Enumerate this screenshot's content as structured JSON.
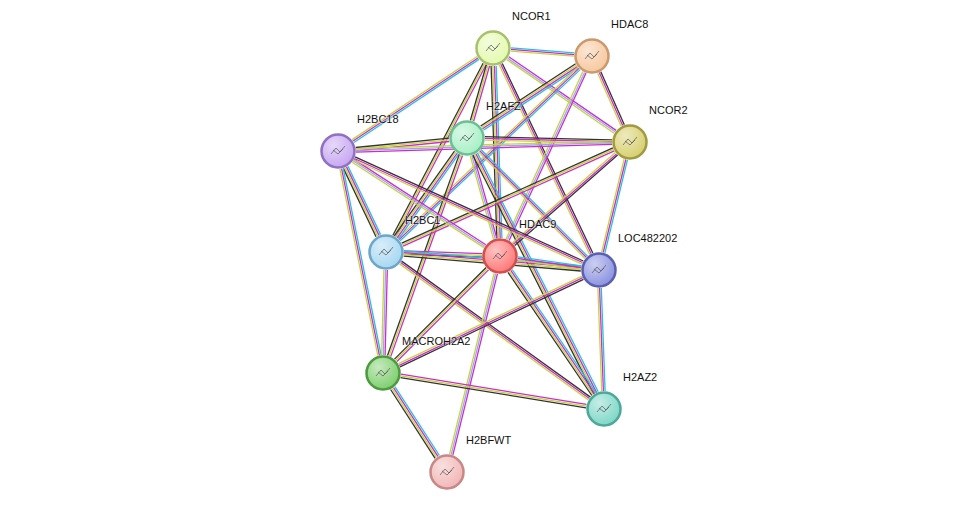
{
  "diagram": {
    "nodes": [
      {
        "text": [
          "NCOR1"
        ]
      },
      {
        "text": [
          "HDAC8"
        ]
      },
      {
        "text": [
          "H2AFZ"
        ]
      },
      {
        "text": [
          "NCOR2"
        ]
      },
      {
        "text": [
          "H2BC18"
        ]
      },
      {
        "text": [
          "H2BC1"
        ]
      },
      {
        "text": [
          "HDAC9"
        ]
      },
      {
        "text": [
          "LOC482202"
        ]
      },
      {
        "text": [
          "MACROH2A2"
        ]
      },
      {
        "text": [
          "H2AZ2"
        ]
      },
      {
        "text": [
          "H2BFWT"
        ]
      }
    ],
    "edges": [
      {
        "from": 0,
        "to": 4,
        "arrow": "none"
      },
      {
        "from": 0,
        "to": 5,
        "arrow": "none"
      },
      {
        "from": 0,
        "to": 6,
        "arrow": "none"
      },
      {
        "from": 0,
        "to": 3,
        "arrow": "none"
      },
      {
        "from": 0,
        "to": 7,
        "arrow": "none"
      },
      {
        "from": 0,
        "to": 1,
        "arrow": "none"
      },
      {
        "from": 0,
        "to": 2,
        "arrow": "none"
      },
      {
        "from": 1,
        "to": 2,
        "arrow": "none"
      },
      {
        "from": 1,
        "to": 6,
        "arrow": "none"
      },
      {
        "from": 1,
        "to": 3,
        "arrow": "none"
      },
      {
        "from": 1,
        "to": 5,
        "arrow": "none"
      },
      {
        "from": 2,
        "to": 4,
        "arrow": "none"
      },
      {
        "from": 2,
        "to": 5,
        "arrow": "none"
      },
      {
        "from": 2,
        "to": 6,
        "arrow": "none"
      },
      {
        "from": 2,
        "to": 3,
        "arrow": "none"
      },
      {
        "from": 2,
        "to": 7,
        "arrow": "none"
      },
      {
        "from": 2,
        "to": 8,
        "arrow": "none"
      },
      {
        "from": 2,
        "to": 9,
        "arrow": "none"
      },
      {
        "from": 3,
        "to": 4,
        "arrow": "none"
      },
      {
        "from": 3,
        "to": 6,
        "arrow": "none"
      },
      {
        "from": 3,
        "to": 7,
        "arrow": "none"
      },
      {
        "from": 3,
        "to": 5,
        "arrow": "none"
      },
      {
        "from": 4,
        "to": 5,
        "arrow": "none"
      },
      {
        "from": 4,
        "to": 6,
        "arrow": "none"
      },
      {
        "from": 4,
        "to": 7,
        "arrow": "none"
      },
      {
        "from": 4,
        "to": 8,
        "arrow": "none"
      },
      {
        "from": 5,
        "to": 6,
        "arrow": "none"
      },
      {
        "from": 5,
        "to": 7,
        "arrow": "none"
      },
      {
        "from": 5,
        "to": 8,
        "arrow": "none"
      },
      {
        "from": 5,
        "to": 9,
        "arrow": "none"
      },
      {
        "from": 6,
        "to": 7,
        "arrow": "none"
      },
      {
        "from": 6,
        "to": 8,
        "arrow": "none"
      },
      {
        "from": 6,
        "to": 9,
        "arrow": "none"
      },
      {
        "from": 6,
        "to": 10,
        "arrow": "none"
      },
      {
        "from": 7,
        "to": 8,
        "arrow": "none"
      },
      {
        "from": 7,
        "to": 9,
        "arrow": "none"
      },
      {
        "from": 8,
        "to": 9,
        "arrow": "none"
      },
      {
        "from": 8,
        "to": 10,
        "arrow": "none"
      }
    ]
  }
}
